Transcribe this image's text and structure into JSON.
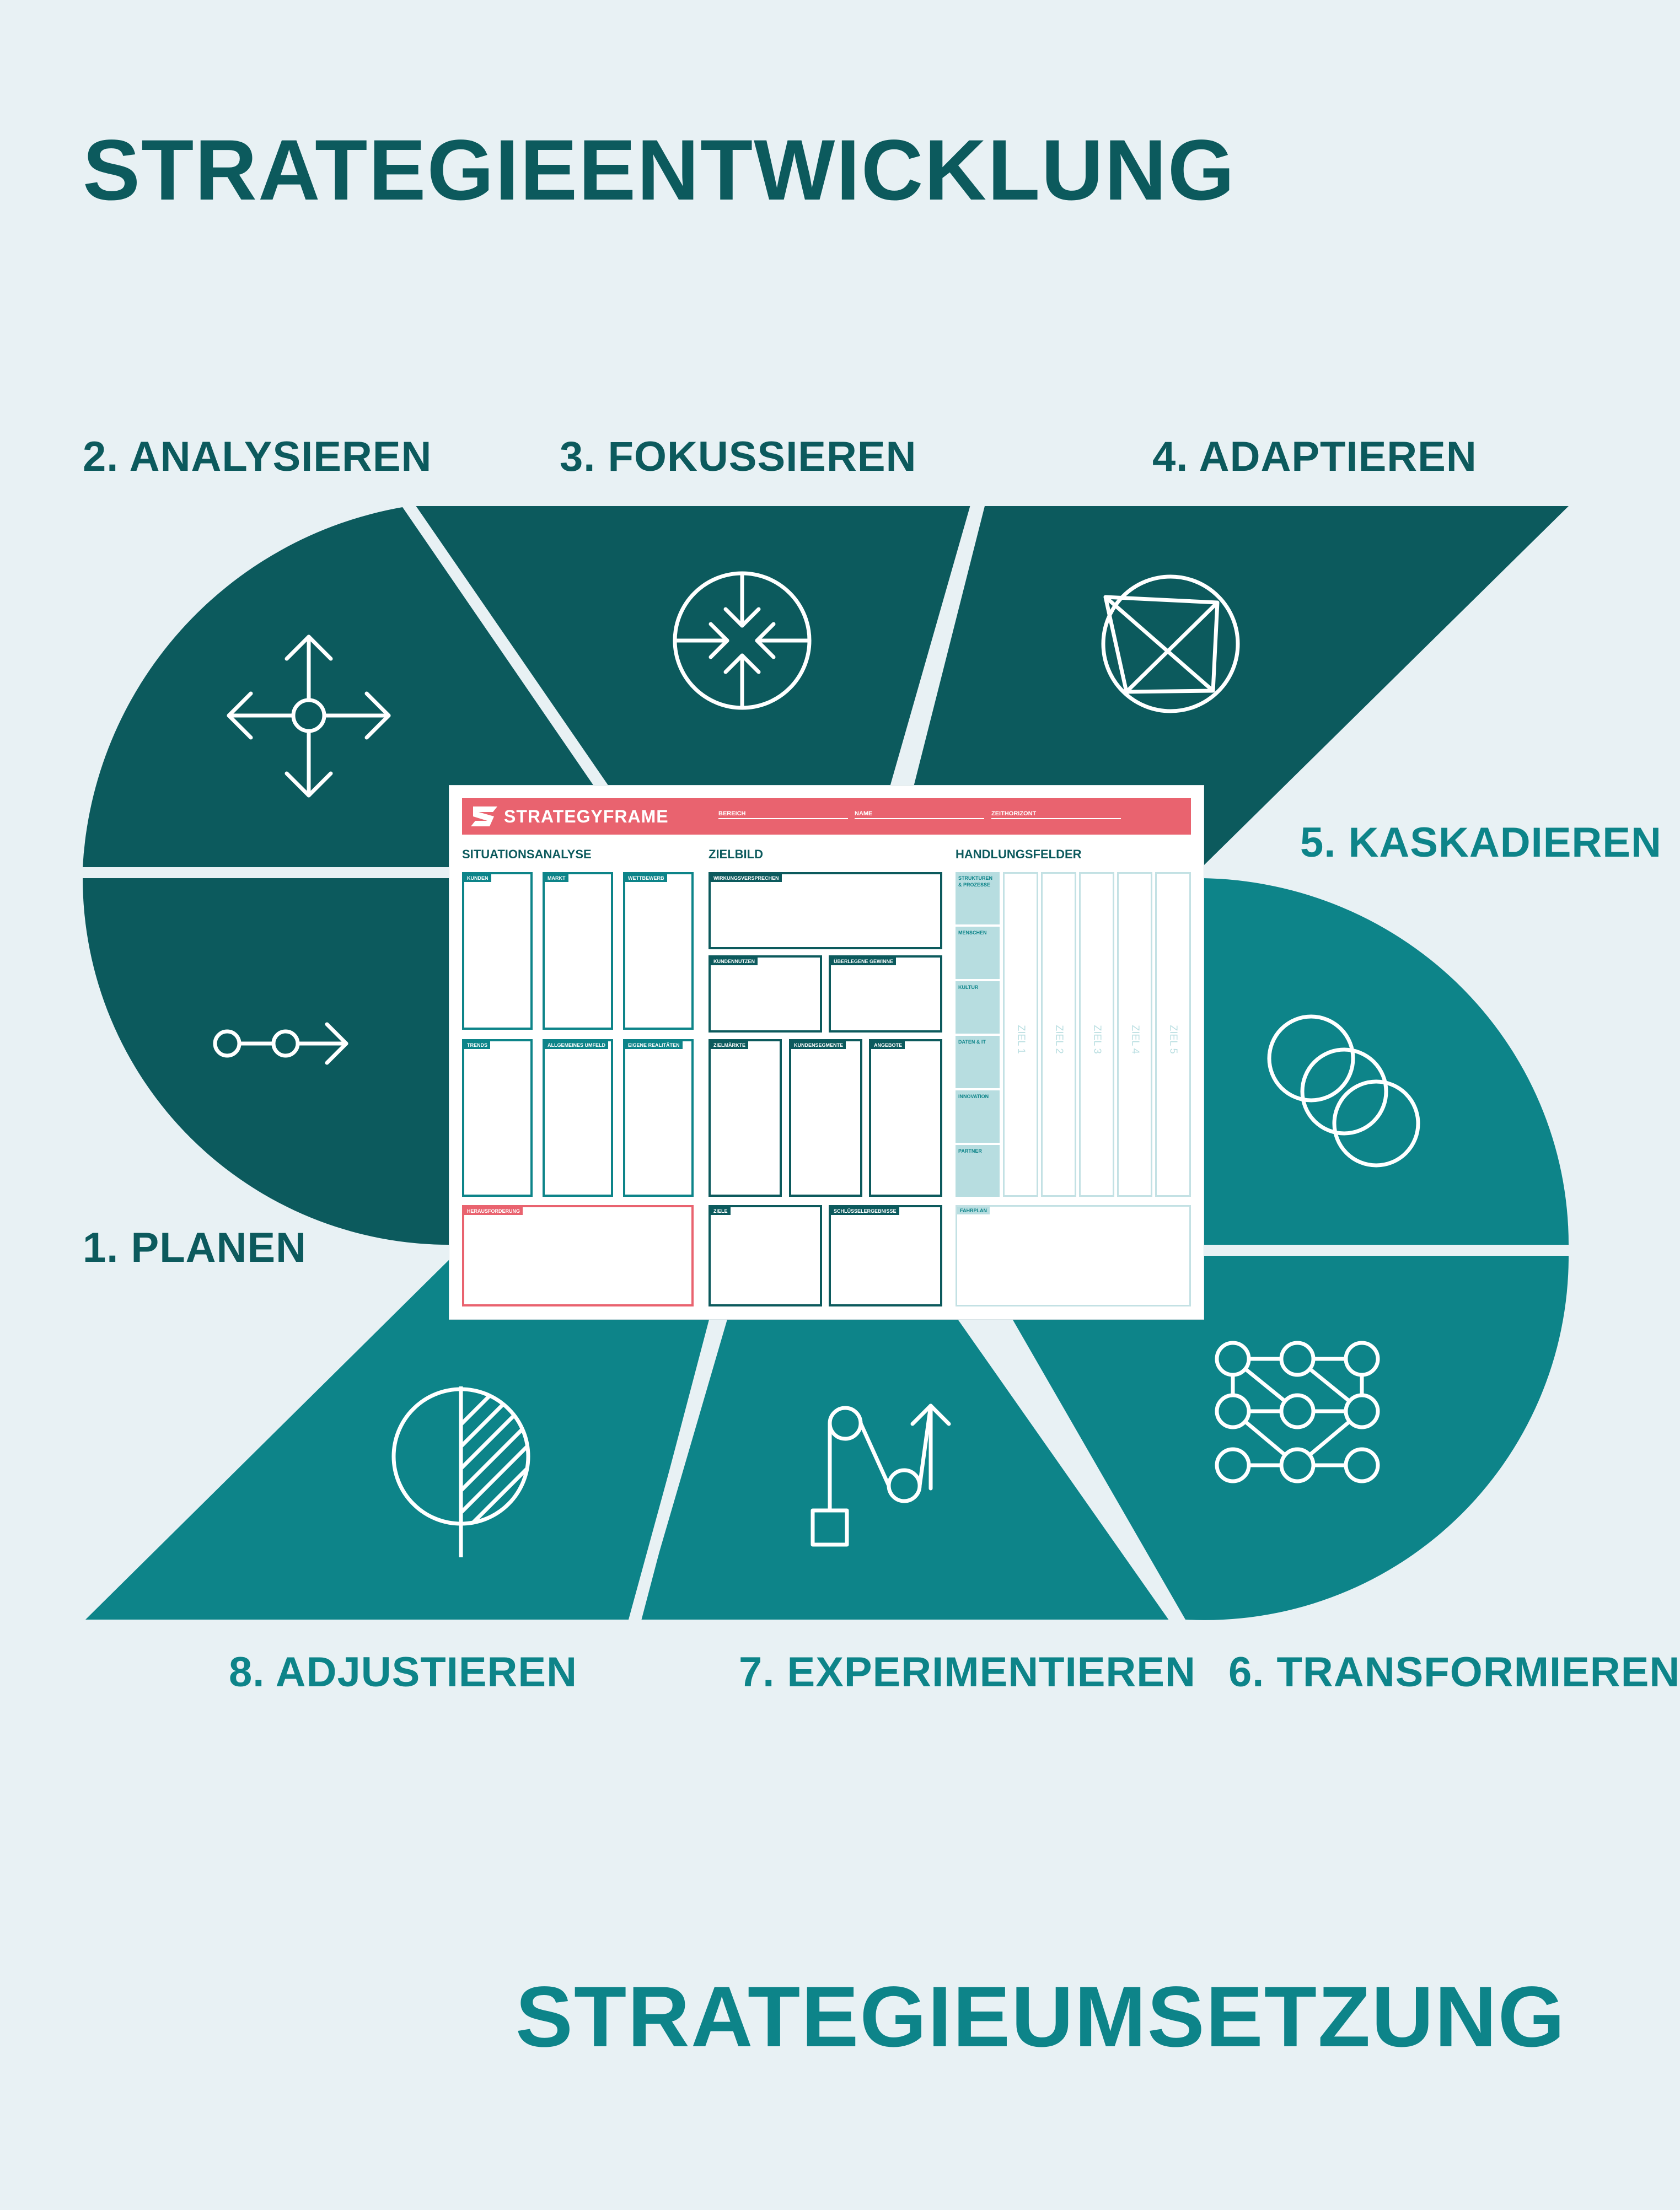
{
  "titles": {
    "top": "STRATEGIEENTWICKLUNG",
    "bottom": "STRATEGIEUMSETZUNG"
  },
  "steps": [
    {
      "label": "1. PLANEN",
      "icon": "arrow-dots-icon"
    },
    {
      "label": "2. ANALYSIEREN",
      "icon": "move-arrows-icon"
    },
    {
      "label": "3. FOKUSSIEREN",
      "icon": "focus-arrows-icon"
    },
    {
      "label": "4. ADAPTIEREN",
      "icon": "square-in-circle-icon"
    },
    {
      "label": "5. KASKADIEREN",
      "icon": "overlapping-circles-icon"
    },
    {
      "label": "6. TRANSFORMIEREN",
      "icon": "network-grid-icon"
    },
    {
      "label": "7. EXPERIMENTIEREN",
      "icon": "pulley-arrow-icon"
    },
    {
      "label": "8. ADJUSTIEREN",
      "icon": "half-hatched-circle-icon"
    }
  ],
  "colors": {
    "background": "#e8f1f4",
    "dark_teal": "#0c5a5d",
    "teal": "#0d8489",
    "coral": "#e9636f",
    "white": "#ffffff"
  },
  "canvas": {
    "brand": "STRATEGYFRAME",
    "fields": [
      "BEREICH",
      "NAME",
      "ZEITHORIZONT"
    ],
    "sections": {
      "situation": "SITUATIONSANALYSE",
      "target": "ZIELBILD",
      "action": "HANDLUNGSFELDER"
    },
    "boxes": {
      "kunden": "KUNDEN",
      "markt": "MARKT",
      "wettbewerb": "WETTBEWERB",
      "trends": "TRENDS",
      "umfeld": "ALLGEMEINES UMFELD",
      "realitaeten": "EIGENE REALITÄTEN",
      "herausforderung": "HERAUSFORDERUNG",
      "wirkung": "WIRKUNGSVERSPRECHEN",
      "kundennutzen": "KUNDENNUTZEN",
      "gewinne": "ÜBERLEGENE GEWINNE",
      "zielmaerkte": "ZIELMÄRKTE",
      "segmente": "KUNDENSEGMENTE",
      "angebote": "ANGEBOTE",
      "ziele": "ZIELE",
      "ergebnisse": "SCHLÜSSELERGEBNISSE",
      "fahrplan": "FAHRPLAN"
    },
    "action_rows": [
      "STRUKTUREN",
      "& PROZESSE",
      "MENSCHEN",
      "KULTUR",
      "DATEN & IT",
      "INNOVATION",
      "PARTNER"
    ],
    "goal_columns": [
      "ZIEL 1",
      "ZIEL 2",
      "ZIEL 3",
      "ZIEL 4",
      "ZIEL 5"
    ]
  }
}
